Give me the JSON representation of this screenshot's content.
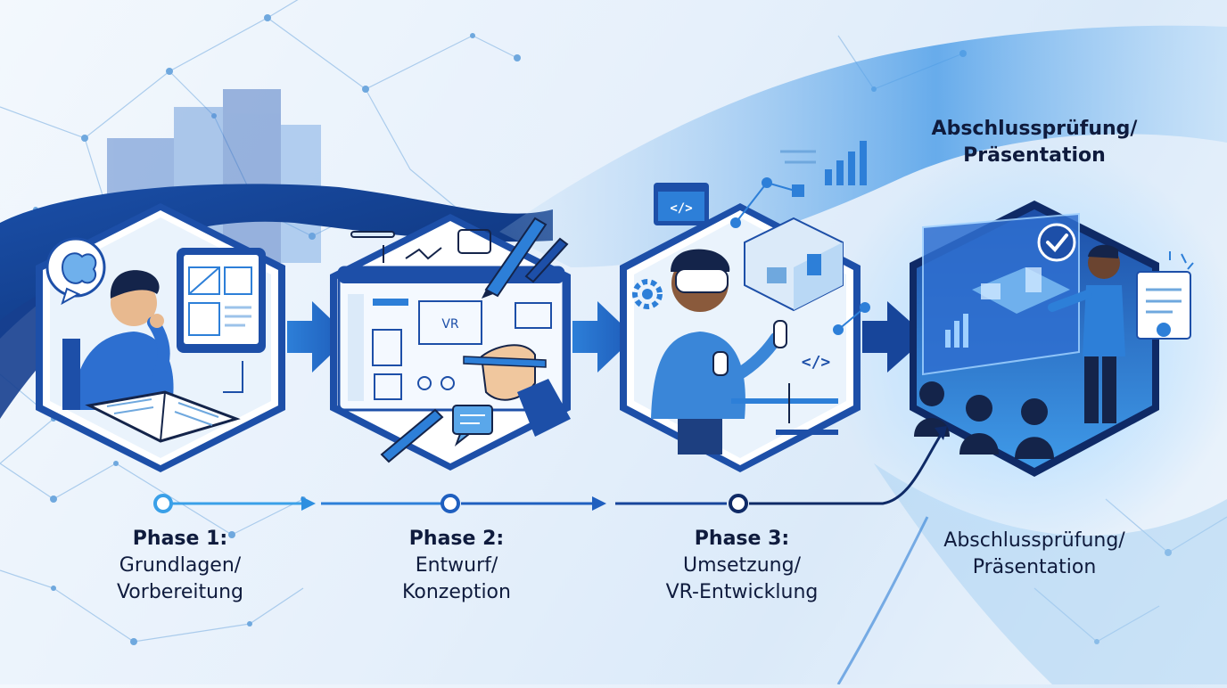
{
  "phases": [
    {
      "title": "Phase 1:",
      "line1": "Grundlagen/",
      "line2": "Vorbereitung"
    },
    {
      "title": "Phase 2:",
      "line1": "Entwurf/",
      "line2": "Konzeption"
    },
    {
      "title": "Phase 3:",
      "line1": "Umsetzung/",
      "line2": "VR-Entwicklung"
    }
  ],
  "final": {
    "top_line1": "Abschlussprüfung/",
    "top_line2": "Präsentation",
    "bottom_line1": "Abschlussprüfung/",
    "bottom_line2": "Präsentation"
  },
  "icons": {
    "phase1": [
      "brain-icon",
      "tablet-blueprint-icon",
      "book-icon",
      "student-figure"
    ],
    "phase2": [
      "browser-wireframe-icon",
      "pen-icon",
      "chat-bubble-icon",
      "hand-drawing-icon"
    ],
    "phase3": [
      "code-window-icon",
      "gear-icon",
      "vr-headset-figure",
      "isometric-room-icon",
      "bar-chart-icon"
    ],
    "final": [
      "check-badge-icon",
      "presenter-figure",
      "certificate-icon",
      "audience-figures",
      "hologram-screen-icon"
    ]
  },
  "colors": {
    "primary": "#1f5fbf",
    "dark": "#0f2a66",
    "accent": "#2d8fe0",
    "light": "#cfe3f7",
    "text": "#0f1b3d"
  },
  "svg_labels": {
    "vr_sign": "VR",
    "code_sign": "</>"
  }
}
